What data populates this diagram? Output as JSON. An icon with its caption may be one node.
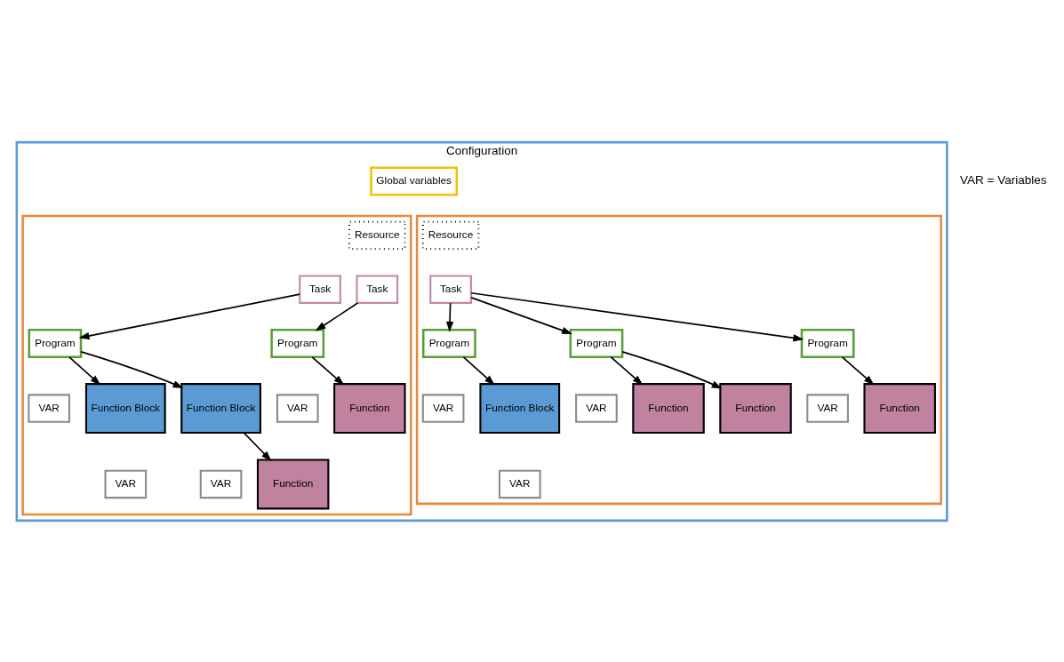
{
  "diagram": {
    "nodes": [
      {
        "text": [
          "Configuration"
        ]
      },
      {
        "text": [
          "Global variables"
        ],
        "in": 0
      },
      {
        "text": [],
        "shape": "box",
        "in": 0
      },
      {
        "text": [
          "Resource"
        ],
        "in": 2
      },
      {
        "text": [
          "Task"
        ],
        "in": 2
      },
      {
        "text": [
          "Task"
        ],
        "in": 2
      },
      {
        "text": [
          "Program"
        ],
        "in": 2
      },
      {
        "text": [
          "VAR"
        ],
        "in": 2
      },
      {
        "text": [
          "Program"
        ],
        "in": 2
      },
      {
        "text": [
          "VAR"
        ],
        "in": 2
      },
      {
        "text": [
          "Function Block"
        ],
        "in": 2
      },
      {
        "text": [
          "Function Block"
        ],
        "in": 2
      },
      {
        "text": [
          "Function"
        ],
        "in": 2
      },
      {
        "text": [
          "VAR"
        ],
        "in": 2
      },
      {
        "text": [
          "VAR"
        ],
        "in": 2
      },
      {
        "text": [
          "Function"
        ],
        "in": 2
      },
      {
        "text": [],
        "shape": "box",
        "in": 0
      },
      {
        "text": [
          "Resource"
        ],
        "in": 16
      },
      {
        "text": [
          "Task"
        ],
        "in": 16
      },
      {
        "text": [
          "Program"
        ],
        "in": 16
      },
      {
        "text": [
          "VAR"
        ],
        "in": 16
      },
      {
        "text": [
          "Program"
        ],
        "in": 16
      },
      {
        "text": [
          "VAR"
        ],
        "in": 16
      },
      {
        "text": [
          "Program"
        ],
        "in": 16
      },
      {
        "text": [
          "VAR"
        ],
        "in": 16
      },
      {
        "text": [
          "Function Block"
        ],
        "in": 16
      },
      {
        "text": [
          "Function"
        ],
        "in": 16
      },
      {
        "text": [
          "Function"
        ],
        "in": 16
      },
      {
        "text": [
          "Function"
        ],
        "in": 16
      },
      {
        "text": [
          "VAR"
        ],
        "in": 16
      }
    ],
    "edges": [
      {
        "from": 4,
        "to": 6,
        "arrow": "to"
      },
      {
        "from": 5,
        "to": 8,
        "arrow": "to"
      },
      {
        "from": 6,
        "to": 10,
        "arrow": "to"
      },
      {
        "from": 6,
        "to": 11,
        "arrow": "to"
      },
      {
        "from": 8,
        "to": 12,
        "arrow": "to"
      },
      {
        "from": 11,
        "to": 15,
        "arrow": "to"
      },
      {
        "from": 18,
        "to": 19,
        "arrow": "to"
      },
      {
        "from": 18,
        "to": 21,
        "arrow": "to"
      },
      {
        "from": 18,
        "to": 23,
        "arrow": "to"
      },
      {
        "from": 19,
        "to": 25,
        "arrow": "to"
      },
      {
        "from": 21,
        "to": 26,
        "arrow": "to"
      },
      {
        "from": 21,
        "to": 27,
        "arrow": "to"
      },
      {
        "from": 23,
        "to": 28,
        "arrow": "to"
      }
    ],
    "labels": [
      "VAR = Variables"
    ]
  }
}
